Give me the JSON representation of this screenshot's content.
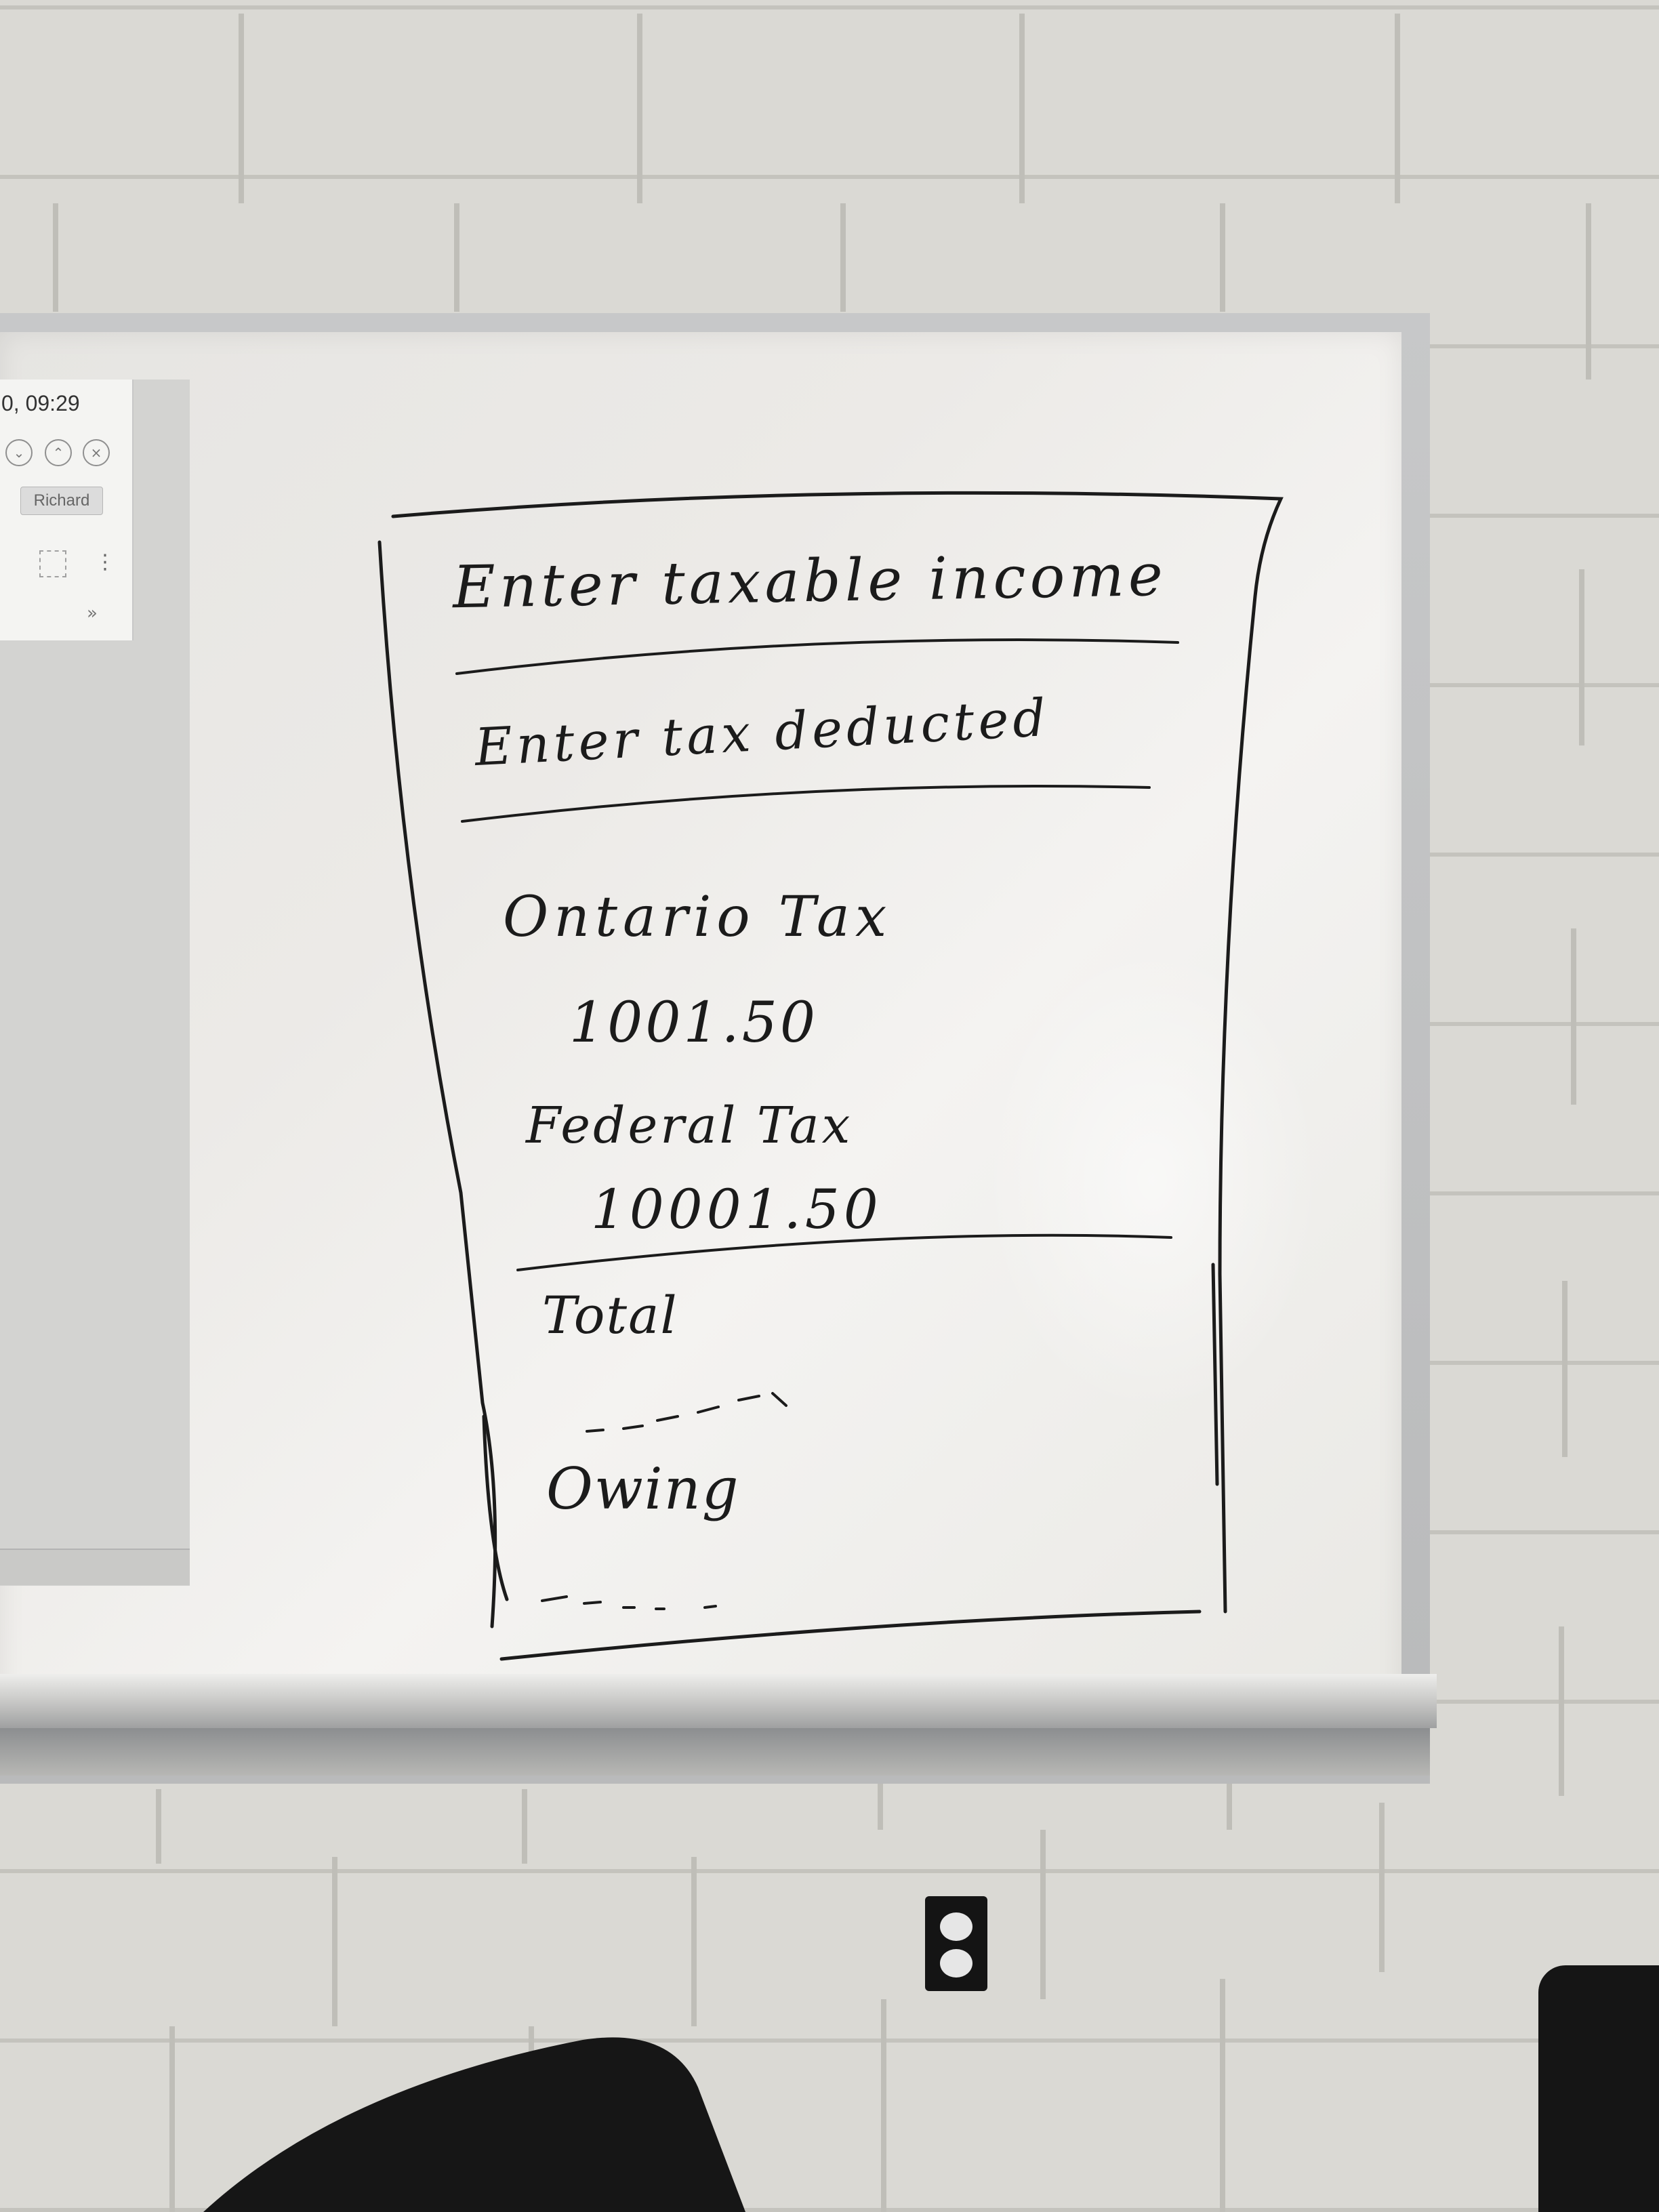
{
  "projection": {
    "time": "0, 09:29",
    "user_button": "Richard",
    "icons": [
      "chevron-down-icon",
      "chevron-up-icon",
      "close-icon",
      "square-icon",
      "more-vertical-icon",
      "double-chevron-right-icon"
    ]
  },
  "whiteboard": {
    "lines": {
      "taxable_income": "Enter taxable income",
      "tax_deducted": "Enter tax deducted",
      "ontario_label": "Ontario Tax",
      "ontario_value": "1001.50",
      "federal_label": "Federal Tax",
      "federal_value": "10001.50",
      "total_label": "Total",
      "owing_label": "Owing"
    },
    "ink_color": "#1b1b1b"
  }
}
